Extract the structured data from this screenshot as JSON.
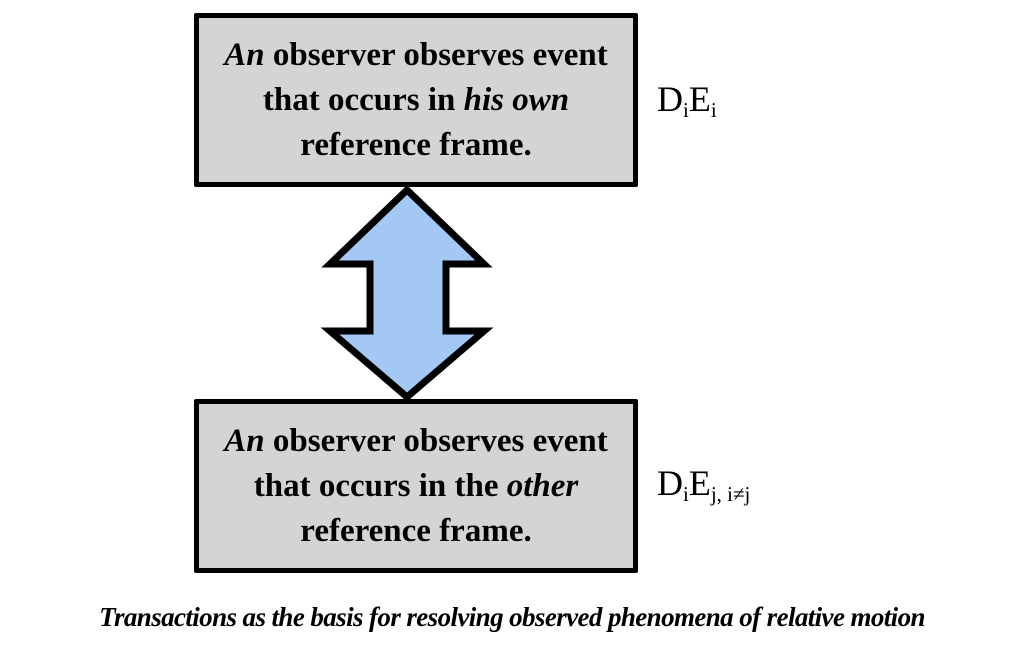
{
  "boxes": [
    {
      "id": "top",
      "segments": [
        {
          "text": "An",
          "italic": true
        },
        {
          "text": " observer observes event that occurs in ",
          "italic": false
        },
        {
          "text": "his own",
          "italic": true
        },
        {
          "text": " reference frame.",
          "italic": false
        }
      ],
      "label": {
        "main1": "D",
        "sub1": "i",
        "main2": "E",
        "sub2": "i"
      },
      "fill": "#d4d4d4"
    },
    {
      "id": "bottom",
      "segments": [
        {
          "text": "An",
          "italic": true
        },
        {
          "text": " observer observes event that occurs in the ",
          "italic": false
        },
        {
          "text": "other",
          "italic": true
        },
        {
          "text": " reference frame.",
          "italic": false
        }
      ],
      "label": {
        "main1": "D",
        "sub1": "i",
        "main2": "E",
        "sub2": "j, i≠j"
      },
      "fill": "#d4d4d4"
    }
  ],
  "connector": {
    "type": "double-headed-arrow",
    "direction": "vertical",
    "fill": "#a4c8f4",
    "stroke": "#000000"
  },
  "caption": "Transactions as the basis for resolving observed phenomena of relative motion"
}
